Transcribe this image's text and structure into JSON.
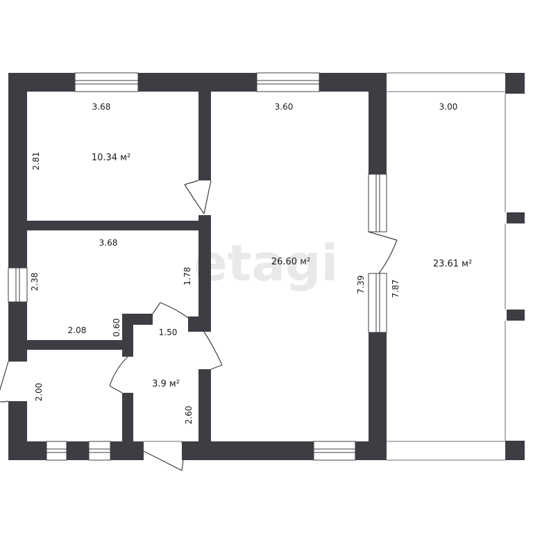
{
  "watermark": "etagi",
  "rooms": {
    "bedroom_top": {
      "area": "10.34 м²",
      "width": "3.68",
      "height": "2.81"
    },
    "bedroom_mid": {
      "area": "",
      "width": "3.68",
      "height_left": "2.38",
      "height_right": "1.78",
      "bottom_width": "2.08",
      "step": "0.60"
    },
    "hall_small": {
      "area": "",
      "height": "2.00"
    },
    "bathroom": {
      "area": "3.9 м²",
      "width": "1.50",
      "height": "2.60"
    },
    "living": {
      "area": "26.60 м²",
      "width": "3.60",
      "height": "7.39"
    },
    "terrace": {
      "area": "23.61 м²",
      "width": "3.00",
      "height": "7.87"
    }
  },
  "colors": {
    "wall": "#3d3e44",
    "background": "#ffffff",
    "watermark": "#e9e9ec"
  }
}
